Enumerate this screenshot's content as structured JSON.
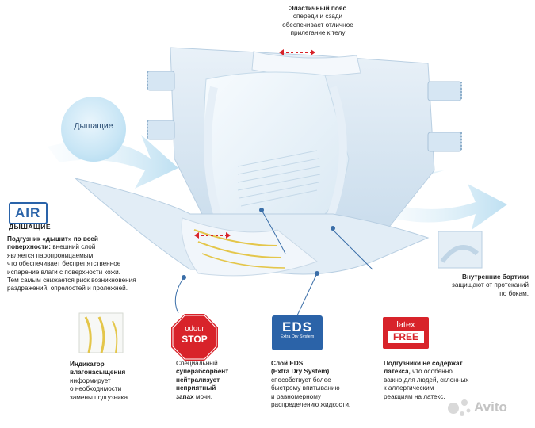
{
  "belt": {
    "title": "Эластичный пояс",
    "lines": [
      "спереди и сзади",
      "обеспечивает отличное",
      "прилегание к телу"
    ]
  },
  "breathing_circle": "Дышащие",
  "air_badge": {
    "text": "AIR",
    "caption": "ДЫШАЩИЕ"
  },
  "breathable": {
    "title_lines": [
      "Подгузник «дышит» по всей",
      "поверхности:"
    ],
    "body_first": "внешний слой",
    "lines": [
      "является паропроницаемым,",
      "что обеспечивает беспрепятственное",
      "испарение влаги с поверхности кожи.",
      "Тем самым снижается риск возникновения",
      "раздражений, опрелостей и пролежней."
    ]
  },
  "inner_cuffs": {
    "title": "Внутренние бортики",
    "lines": [
      "защищают от протеканий",
      "по бокам."
    ]
  },
  "indicator": {
    "title_lines": [
      "Индикатор",
      "влагонасыщения"
    ],
    "lines": [
      "информирует",
      "о необходимости",
      "замены подгузника."
    ]
  },
  "odour": {
    "badge_top": "odour",
    "badge_bottom": "STOP",
    "line1": "Специальный",
    "line2_bold": "суперабсорбент",
    "line3_bold": "нейтрализует",
    "line4_bold": "неприятный",
    "line5_bold": "запах",
    "line5_rest": " мочи."
  },
  "eds": {
    "badge_big": "EDS",
    "badge_small": "Extra Dry System",
    "title_lines": [
      "Слой EDS",
      "(Extra Dry System)"
    ],
    "lines": [
      "способствует более",
      "быстрому впитыванию",
      "и равномерному",
      "распределению жидкости."
    ]
  },
  "latex": {
    "badge_top": "latex",
    "badge_bottom": "FREE",
    "title": "Подгузники не содержат",
    "line1_bold": "латекса,",
    "line1_rest": " что особенно",
    "lines": [
      "важно для людей, склонных",
      "к аллергическим",
      "реакциям на латекс."
    ]
  },
  "watermark": "Avito",
  "colors": {
    "accent": "#2a63a9",
    "red": "#d8232a",
    "arrow": "#bfe0f2"
  }
}
